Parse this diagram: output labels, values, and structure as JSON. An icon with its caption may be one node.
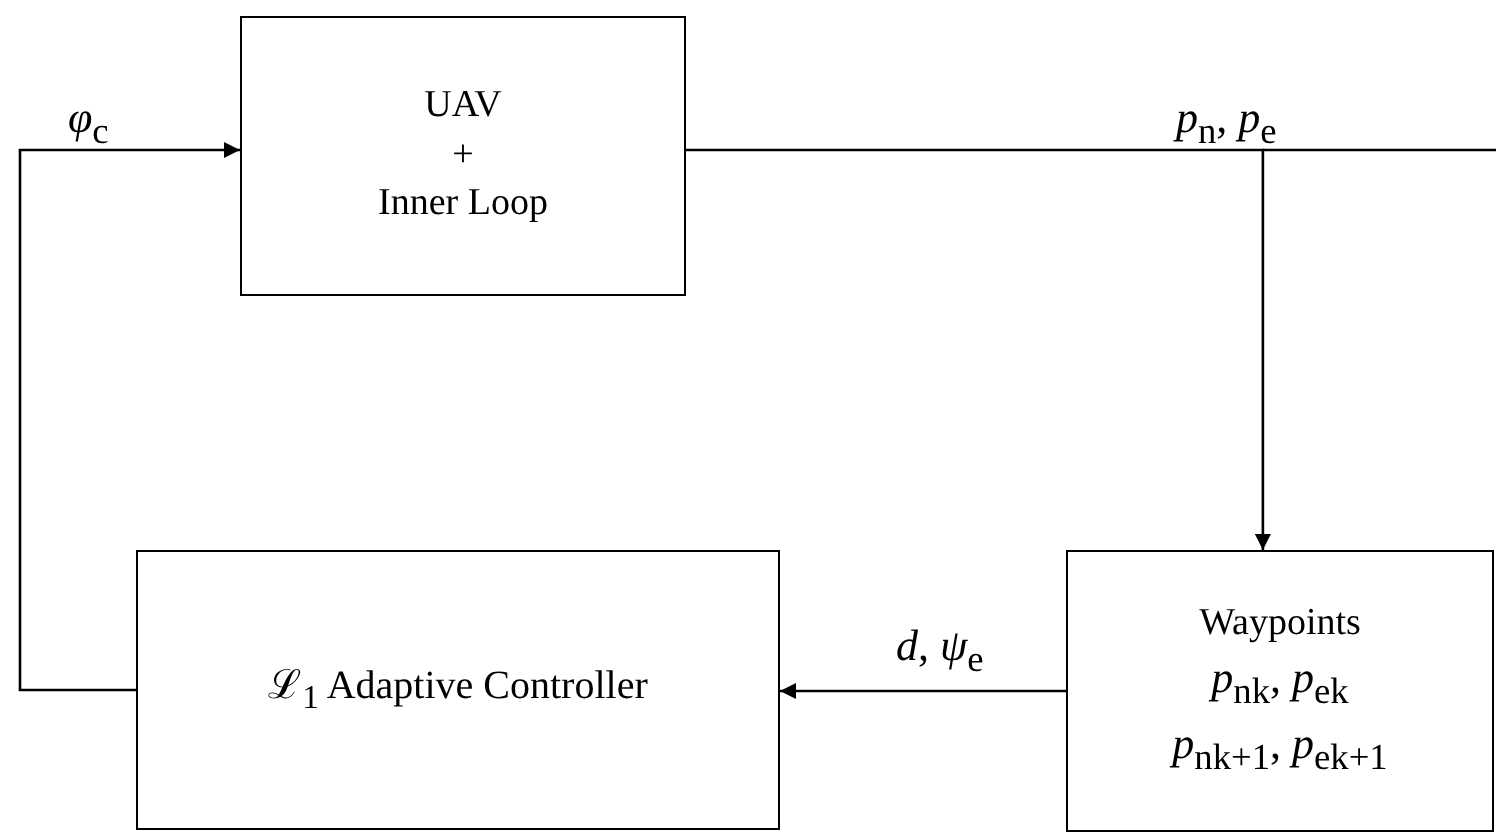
{
  "diagram": {
    "nodes": [
      {
        "text": [
          "UAV",
          "+",
          "Inner Loop"
        ]
      },
      {
        "text": [
          "ℒ$_{1}$ Adaptive Controller"
        ]
      },
      {
        "text": [
          "Waypoints",
          "*p*$_{nk}$, *p*$_{ek}$",
          "*p*$_{nk+1}$, *p*$_{ek+1}$"
        ]
      }
    ],
    "edges": [
      {
        "from": 0,
        "to": 2,
        "arrow": "to",
        "label": "*p*$_{n}$, *p*$_{e}$"
      },
      {
        "from": 2,
        "to": 1,
        "arrow": "to",
        "label": "*d*, *ψ*$_{e}$"
      },
      {
        "from": 1,
        "to": 0,
        "arrow": "to",
        "label": "*φ*$_{c}$"
      }
    ]
  }
}
